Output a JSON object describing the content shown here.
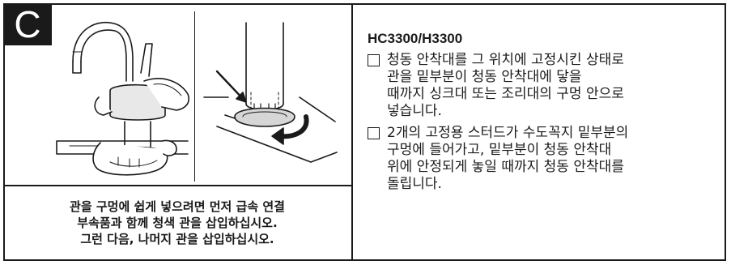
{
  "step_badge": "C",
  "caption": {
    "lines": [
      "관을 구멍에 쉽게 넣으려면 먼저 급속 연결",
      "부속품과 함께 청색 관을 삽입하십시오.",
      "그런 다음, 나머지 관을 삽입하십시오."
    ]
  },
  "model_label": "HC3300/H3300",
  "steps": [
    {
      "lines": [
        "청동 안착대를 그 위치에 고정시킨 상태로",
        "관을 밑부분이 청동  안착대에 닿을",
        "때까지 싱크대 또는 조리대의 구멍 안으로",
        "넣습니다."
      ]
    },
    {
      "lines": [
        "2개의 고정용 스터드가 수도꼭지 밑부분의",
        "구멍에 들어가고, 밑부분이 청동 안착대",
        "위에 안정되게 놓일 때까지 청동 안착대를",
        "돌립니다."
      ]
    }
  ]
}
